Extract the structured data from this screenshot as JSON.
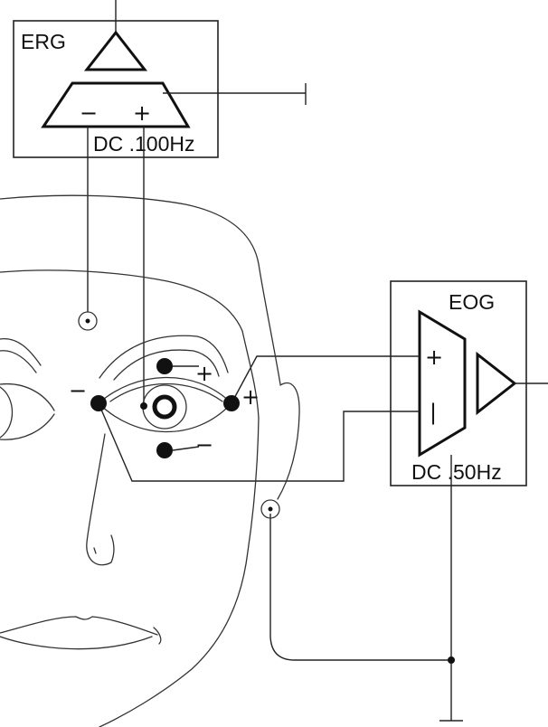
{
  "erg": {
    "title": "ERG",
    "minus": "−",
    "plus": "+",
    "filter": "DC .100Hz"
  },
  "eog": {
    "title": "EOG",
    "plus": "+",
    "minus": "|",
    "filter": "DC .50Hz"
  },
  "electrodes": {
    "left_sign": "−",
    "right_sign": "+",
    "top_sign": "+",
    "bottom_sign": "−"
  },
  "colors": {
    "line": "#111111",
    "background": "#ffffff"
  }
}
